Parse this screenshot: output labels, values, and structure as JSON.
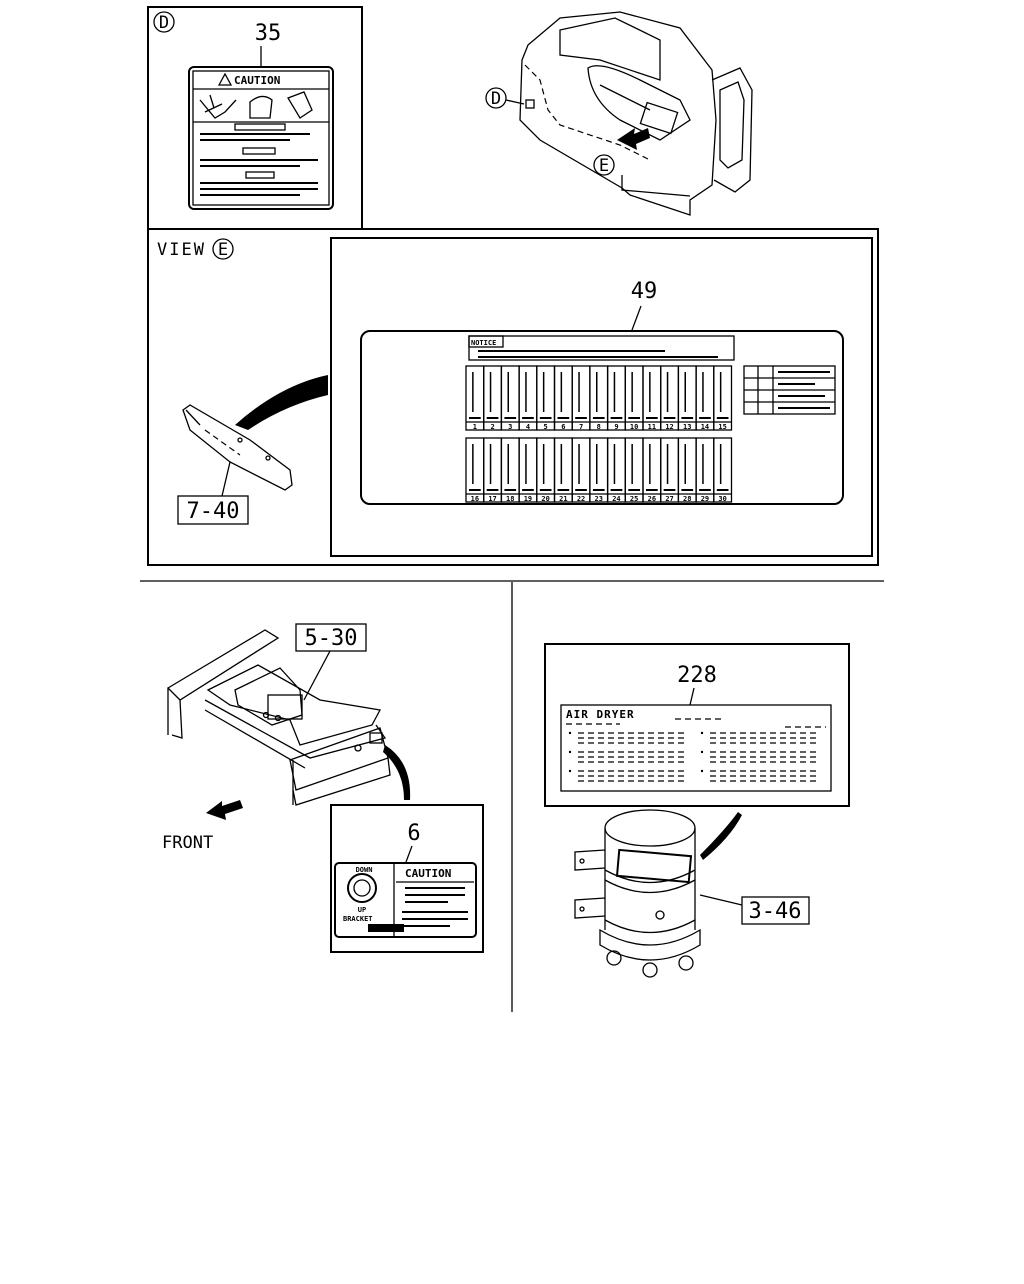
{
  "panel_d": {
    "marker": "D",
    "part_no": "35",
    "label_title": "CAUTION"
  },
  "cab_view": {
    "marker_d": "D",
    "marker_e": "E"
  },
  "view_e": {
    "title": "VIEW",
    "marker": "E",
    "ref": "7-40",
    "part_no": "49",
    "notice_title": "NOTICE",
    "fuse_row1": [
      "1",
      "2",
      "3",
      "4",
      "5",
      "6",
      "7",
      "8",
      "9",
      "10",
      "11",
      "12",
      "13",
      "14",
      "15"
    ],
    "fuse_row2": [
      "16",
      "17",
      "18",
      "19",
      "20",
      "21",
      "22",
      "23",
      "24",
      "25",
      "26",
      "27",
      "28",
      "29",
      "30"
    ]
  },
  "frame_view": {
    "ref": "5-30",
    "front_label": "FRONT",
    "part_no": "6",
    "label_title": "CAUTION",
    "down_label": "DOWN",
    "up_label": "UP",
    "bracket_label": "BRACKET"
  },
  "air_dryer_view": {
    "part_no": "228",
    "label_title": "AIR DRYER",
    "ref": "3-46"
  }
}
